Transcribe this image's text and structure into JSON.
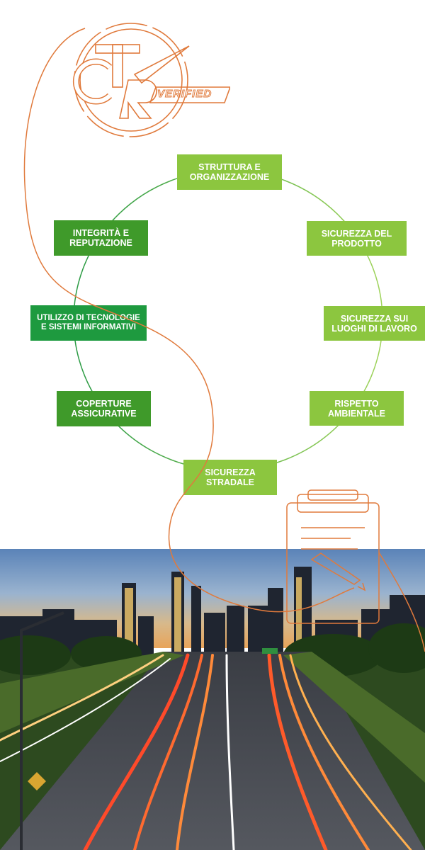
{
  "logo": {
    "letters": "CTR",
    "badge_text": "VERIFIED"
  },
  "wheel": {
    "items": [
      {
        "label": "STRUTTURA E ORGANIZZAZIONE"
      },
      {
        "label": "SICUREZZA DEL PRODOTTO"
      },
      {
        "label": "SICUREZZA SUI LUOGHI DI LAVORO"
      },
      {
        "label": "RISPETTO AMBIENTALE"
      },
      {
        "label": "SICUREZZA STRADALE"
      },
      {
        "label": "COPERTURE ASSICURATIVE"
      },
      {
        "label": "UTILIZZO DI TECNOLOGIE E SISTEMI INFORMATIVI"
      },
      {
        "label": "INTEGRITÀ E REPUTAZIONE"
      }
    ]
  },
  "colors": {
    "lime": "#8cc63f",
    "green": "#3f9a2a",
    "forest": "#1e9a3f",
    "orange_line": "#e07a3c"
  },
  "photo": {
    "subject": "city-highway-at-dusk"
  }
}
